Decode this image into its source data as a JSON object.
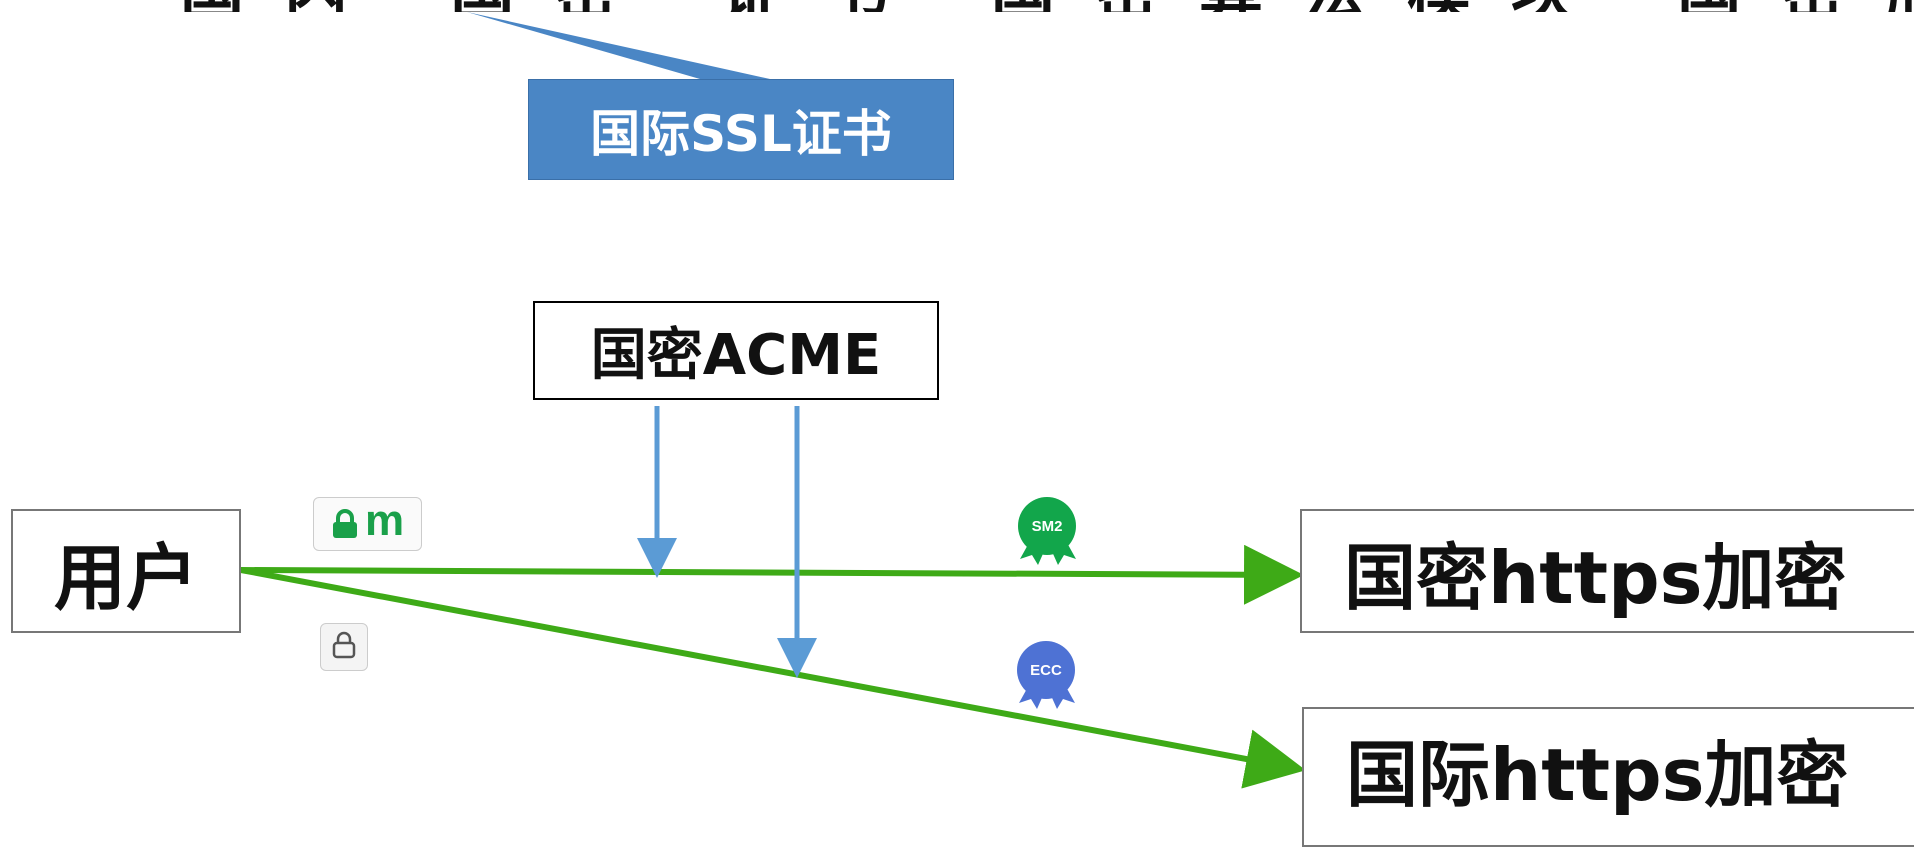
{
  "top_title": "国内 国密 证书 国密算法模块 国密服",
  "callout": {
    "label": "国际SSL证书"
  },
  "acme": {
    "label": "国密ACME"
  },
  "user": {
    "label": "用户"
  },
  "targets": {
    "gm": "国密https加密",
    "intl": "国际https加密"
  },
  "badges": {
    "sm2": "SM2",
    "ecc": "ECC",
    "lock_letter": "m"
  },
  "colors": {
    "arrow_green": "#3eaa17",
    "arrow_blue": "#5b9bd5",
    "callout_blue": "#4a86c5",
    "sm2_green": "#12a64b",
    "ecc_blue": "#4e72d4",
    "lock_green": "#1aa04a"
  },
  "icons": [
    "lock-icon",
    "padlock-icon",
    "sm2-seal-icon",
    "ecc-seal-icon"
  ]
}
